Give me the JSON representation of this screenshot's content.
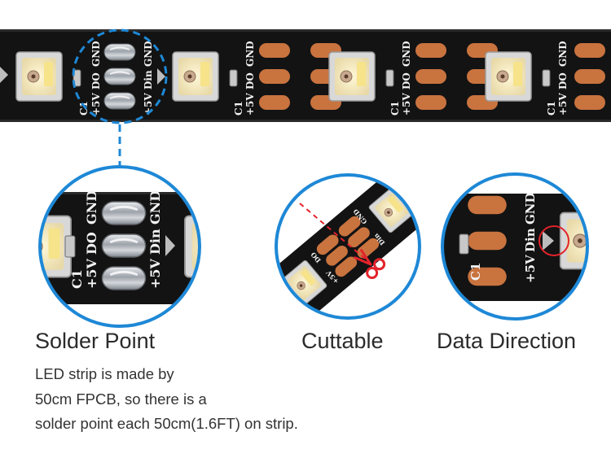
{
  "colors": {
    "pcb": "#131313",
    "pad": "#c9733f",
    "solder": "#b5b9bf",
    "accent_blue": "#1e88d6",
    "accent_red": "#e3232b",
    "text": "#2b2b2b"
  },
  "strip": {
    "labels": {
      "gnd": "GND",
      "do": "DO",
      "din": "Din",
      "plus5v": "+5V",
      "c1": "C1"
    }
  },
  "features": [
    {
      "title": "Solder Point",
      "icon": "solder-pad-closeup"
    },
    {
      "title": "Cuttable",
      "icon": "scissors-icon"
    },
    {
      "title": "Data Direction",
      "icon": "arrow-right-icon"
    }
  ],
  "description": {
    "lines": [
      "LED strip is made by",
      "50cm FPCB, so there is a",
      "solder point each 50cm(1.6FT) on strip."
    ]
  }
}
